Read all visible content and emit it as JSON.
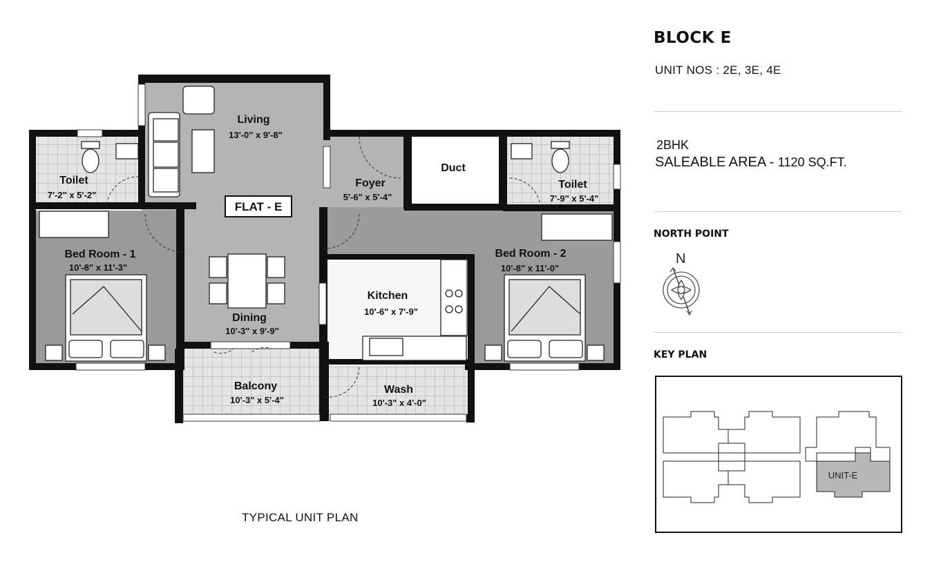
{
  "plan": {
    "flat_label": "FLAT - E",
    "caption": "TYPICAL UNIT PLAN",
    "rooms": {
      "living": {
        "name": "Living",
        "dims": "13'-0\" x 9'-8\""
      },
      "toilet1": {
        "name": "Toilet",
        "dims": "7'-2\" x 5'-2\""
      },
      "foyer": {
        "name": "Foyer",
        "dims": "5'-6\" x 5'-4\""
      },
      "duct": {
        "name": "Duct"
      },
      "toilet2": {
        "name": "Toilet",
        "dims": "7'-9\" x 5'-4\""
      },
      "bed1": {
        "name": "Bed Room - 1",
        "dims": "10'-8\" x 11'-3\""
      },
      "bed2": {
        "name": "Bed Room - 2",
        "dims": "10'-8\" x 11'-0\""
      },
      "kitchen": {
        "name": "Kitchen",
        "dims": "10'-6\" x 7'-9\""
      },
      "dining": {
        "name": "Dining",
        "dims": "10'-3\" x 9'-9\""
      },
      "balcony": {
        "name": "Balcony",
        "dims": "10'-3\" x 5'-4\""
      },
      "wash": {
        "name": "Wash",
        "dims": "10'-3\" x 4'-0\""
      }
    }
  },
  "info": {
    "block": "BLOCK E",
    "unit_nos": "UNIT NOS : 2E, 3E, 4E",
    "type": "2BHK",
    "area_label": "SALEABLE AREA - ",
    "area_value": "1120 SQ.FT.",
    "north_heading": "NORTH POINT",
    "north_letter": "N",
    "key_heading": "KEY PLAN",
    "key_unit": "UNIT-E"
  },
  "colors": {
    "wall": "#111111",
    "room_fill": "#b4b4b4",
    "bed_fill": "#9a9a9a",
    "tile_fill": "#e4e4e4",
    "highlight": "#b7b7b7"
  }
}
